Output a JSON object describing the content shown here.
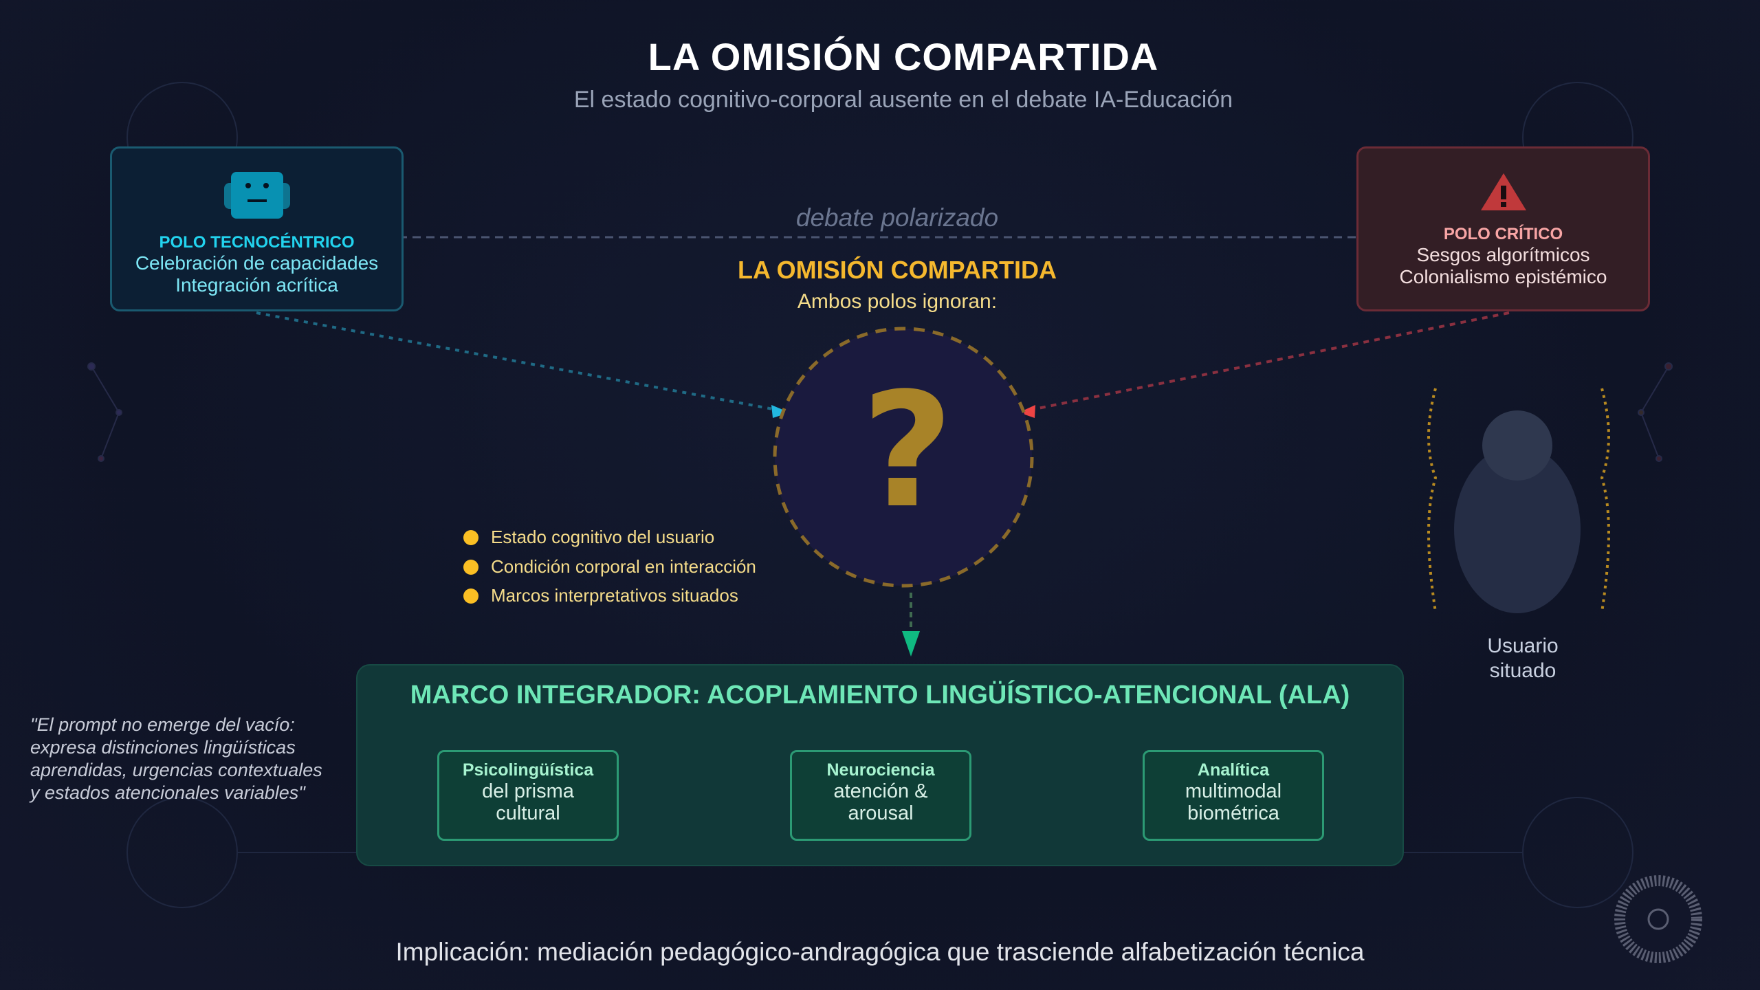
{
  "header": {
    "title": "LA OMISIÓN COMPARTIDA",
    "subtitle": "El estado cognitivo-corporal ausente en el debate IA-Educación"
  },
  "poles": {
    "left": {
      "icon": "robot-icon",
      "title": "POLO TECNOCÉNTRICO",
      "lines": [
        "Celebración de capacidades",
        "Integración acrítica"
      ],
      "color": "#22d3ee"
    },
    "right": {
      "icon": "warning-icon",
      "title": "POLO CRÍTICO",
      "lines": [
        "Sesgos algorítmicos",
        "Colonialismo epistémico"
      ],
      "color": "#f87171"
    }
  },
  "debate_label": "debate polarizado",
  "center": {
    "title": "LA OMISIÓN COMPARTIDA",
    "subtitle": "Ambos polos ignoran:",
    "symbol": "?",
    "omissions": [
      "Estado cognitivo del usuario",
      "Condición corporal en interacción",
      "Marcos interpretativos situados"
    ]
  },
  "framework": {
    "title": "MARCO INTEGRADOR: ACOPLAMIENTO LINGÜÍSTICO-ATENCIONAL (ALA)",
    "components": [
      {
        "heading": "Psicolingüística",
        "lines": [
          "del prisma",
          "cultural"
        ]
      },
      {
        "heading": "Neurociencia",
        "lines": [
          "atención &",
          "arousal"
        ]
      },
      {
        "heading": "Analítica",
        "lines": [
          "multimodal",
          "biométrica"
        ]
      }
    ]
  },
  "quote": [
    "\"El prompt no emerge del vacío:",
    "expresa distinciones lingüísticas",
    "aprendidas, urgencias contextuales",
    "y estados atencionales variables\""
  ],
  "user_label": [
    "Usuario",
    "situado"
  ],
  "implication": "Implicación: mediación pedagógico-andragógica que trasciende alfabetización técnica",
  "colors": {
    "accent_gold": "#f5b82e",
    "accent_green": "#6ee7b7",
    "tech": "#22d3ee",
    "critical": "#ef4444"
  }
}
